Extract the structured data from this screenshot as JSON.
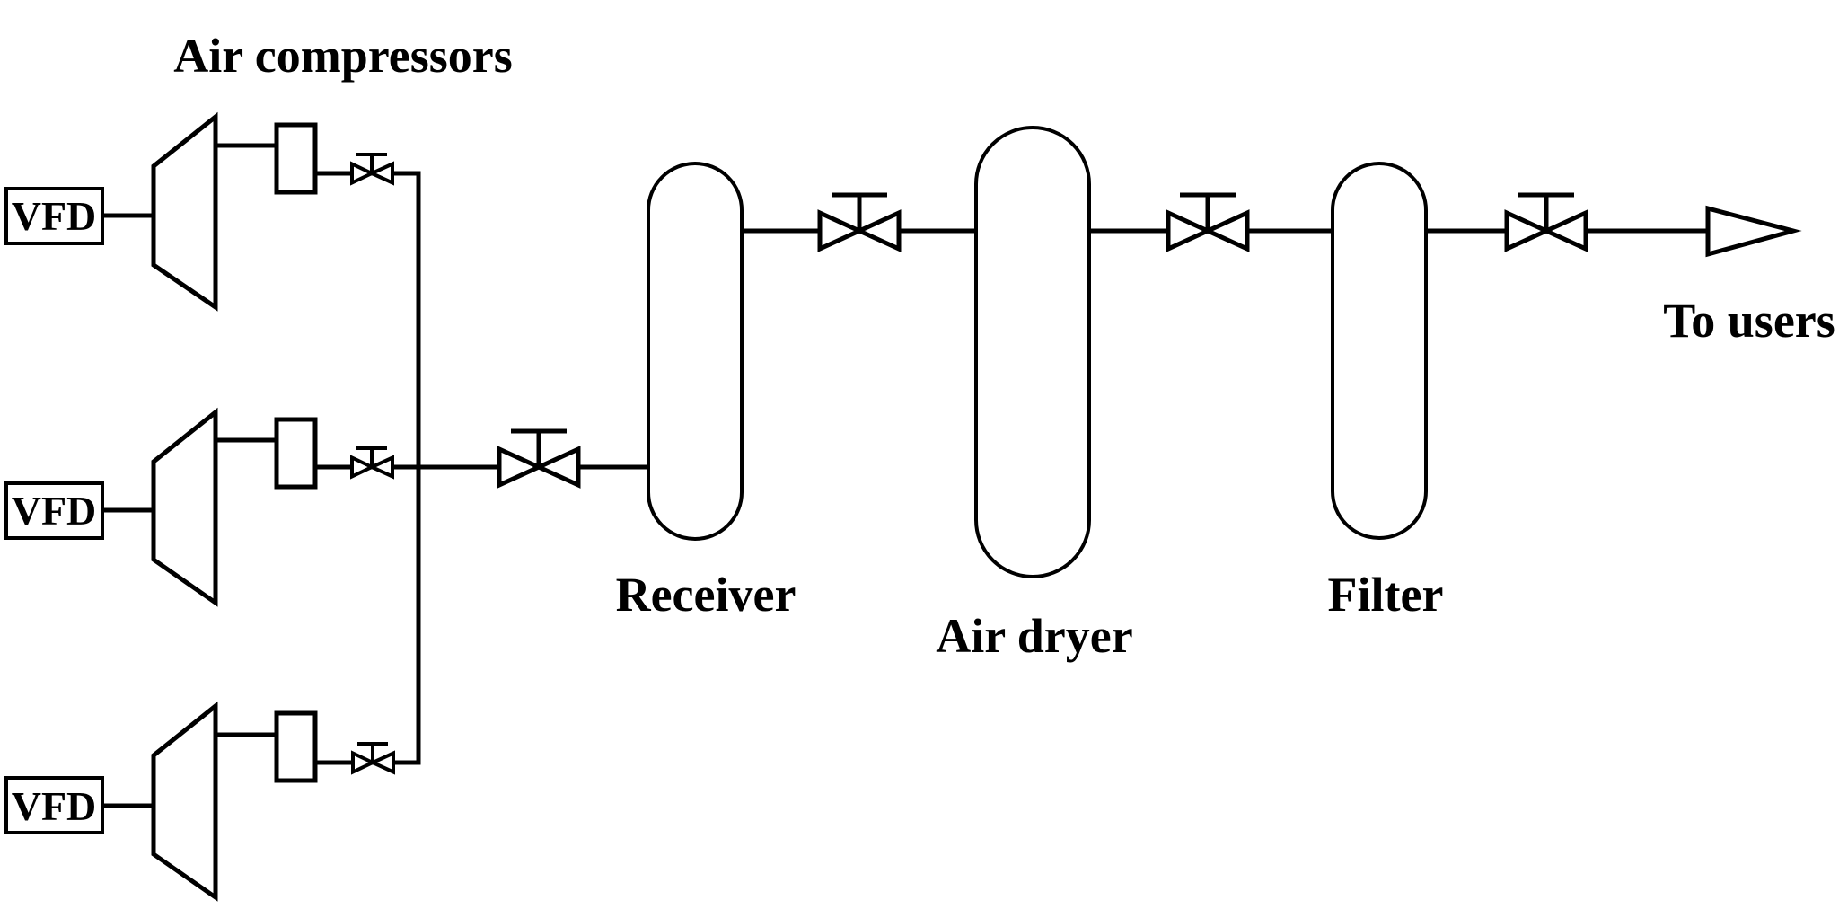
{
  "diagram": {
    "title": "Air compressors",
    "compressors": [
      {
        "vfd_label": "VFD"
      },
      {
        "vfd_label": "VFD"
      },
      {
        "vfd_label": "VFD"
      }
    ],
    "equipment": {
      "receiver_label": "Receiver",
      "air_dryer_label": "Air dryer",
      "filter_label": "Filter"
    },
    "output_label": "To users",
    "colors": {
      "line": "#000000",
      "background": "#ffffff"
    }
  }
}
